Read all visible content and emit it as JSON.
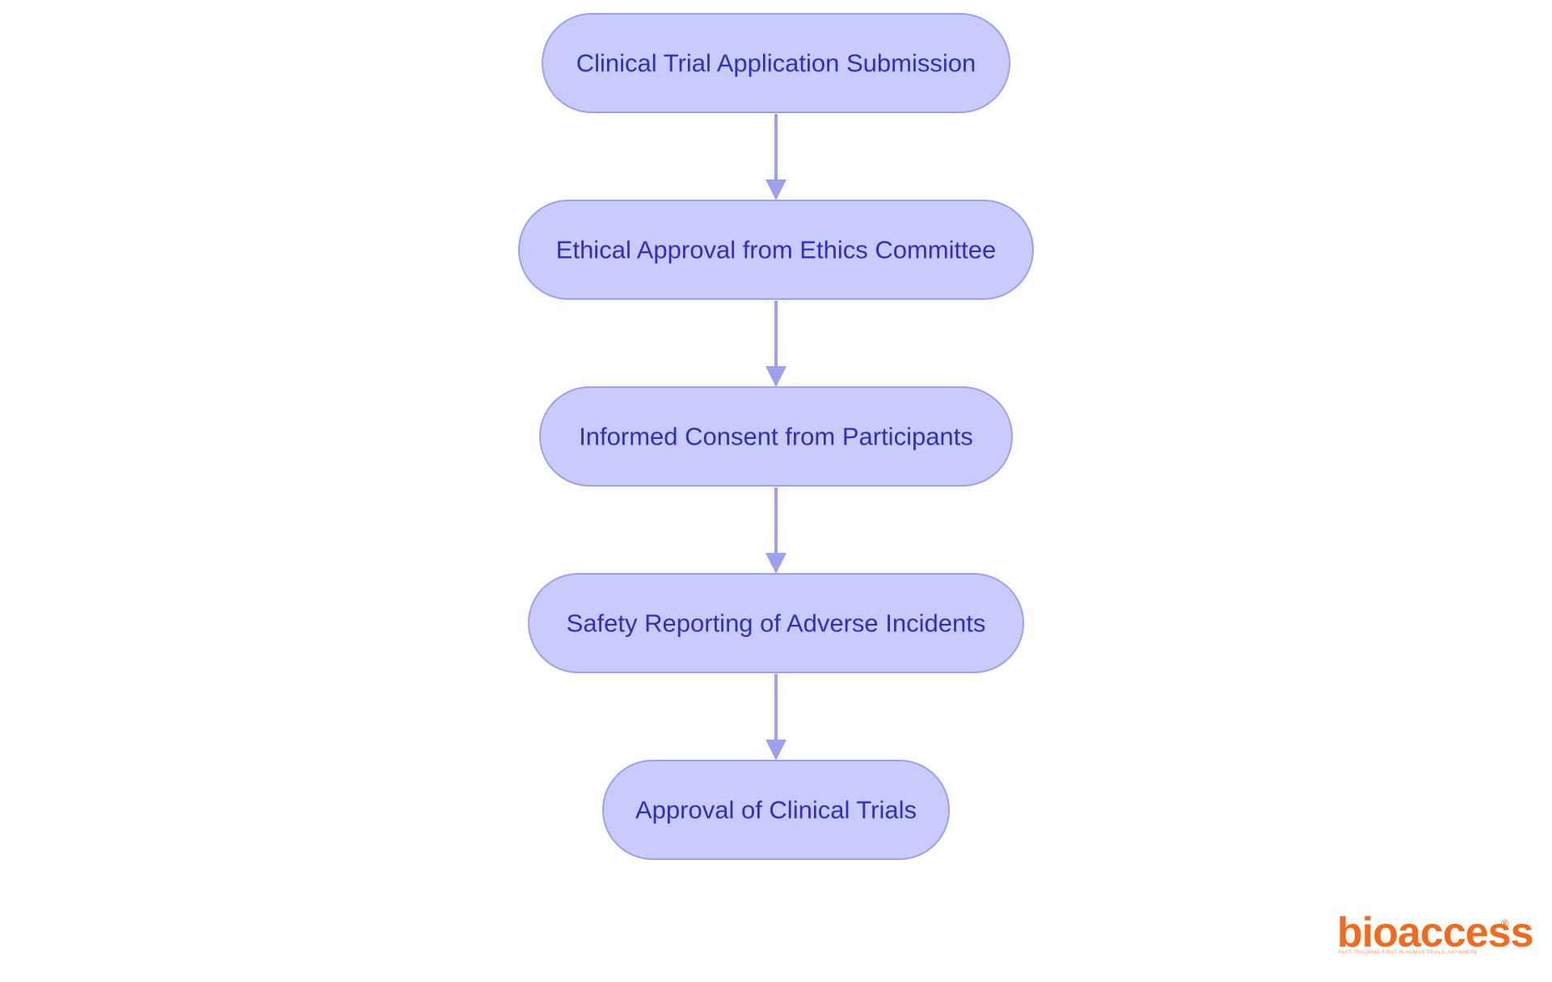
{
  "diagram": {
    "type": "flowchart",
    "direction": "top-to-bottom",
    "colors": {
      "node_fill": "#c9cbfc",
      "node_border": "#9ba1ee",
      "node_text": "#2f2fbf",
      "edge": "#9ba1ee",
      "background": "#ffffff"
    },
    "nodes": [
      {
        "id": "n1",
        "label": "Clinical Trial Application Submission"
      },
      {
        "id": "n2",
        "label": "Ethical Approval from Ethics Committee"
      },
      {
        "id": "n3",
        "label": "Informed Consent from Participants"
      },
      {
        "id": "n4",
        "label": "Safety Reporting of Adverse Incidents"
      },
      {
        "id": "n5",
        "label": "Approval of Clinical Trials"
      }
    ],
    "edges": [
      {
        "from": "n1",
        "to": "n2"
      },
      {
        "from": "n2",
        "to": "n3"
      },
      {
        "from": "n3",
        "to": "n4"
      },
      {
        "from": "n4",
        "to": "n5"
      }
    ]
  },
  "logo": {
    "text": "bioaccess",
    "registered_mark": "®",
    "tagline": "FAST-TRACKING FIRST-IN-HUMAN TRIALS, ANYWHERE",
    "color": "#f26b1d"
  }
}
